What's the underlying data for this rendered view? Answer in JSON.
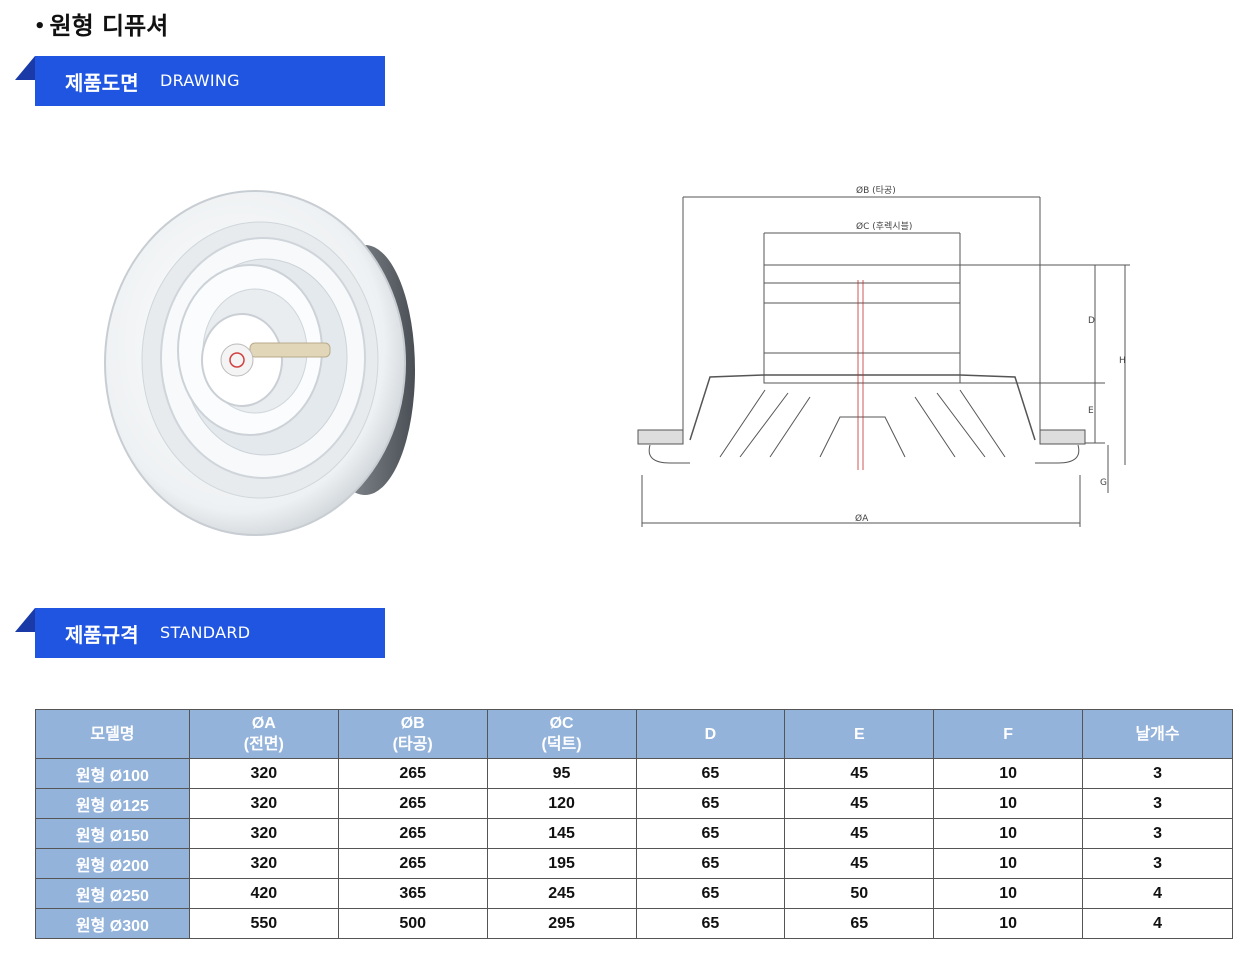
{
  "page": {
    "bullet": "•",
    "title": "원형 디퓨셔"
  },
  "sections": {
    "drawing": {
      "ko": "제품도면",
      "en": "DRAWING"
    },
    "standard": {
      "ko": "제품규격",
      "en": "STANDARD"
    }
  },
  "drawing_labels": {
    "b": "ØB (타공)",
    "c": "ØC (후렉시블)",
    "a": "ØA",
    "d": "D",
    "e": "E",
    "h": "H",
    "g": "G"
  },
  "table": {
    "headers": [
      {
        "line1": "모델명",
        "line2": ""
      },
      {
        "line1": "ØA",
        "line2": "(전면)"
      },
      {
        "line1": "ØB",
        "line2": "(타공)"
      },
      {
        "line1": "ØC",
        "line2": "(덕트)"
      },
      {
        "line1": "D",
        "line2": ""
      },
      {
        "line1": "E",
        "line2": ""
      },
      {
        "line1": "F",
        "line2": ""
      },
      {
        "line1": "날개수",
        "line2": ""
      }
    ],
    "rows": [
      [
        "원형 Ø100",
        "320",
        "265",
        "95",
        "65",
        "45",
        "10",
        "3"
      ],
      [
        "원형 Ø125",
        "320",
        "265",
        "120",
        "65",
        "45",
        "10",
        "3"
      ],
      [
        "원형 Ø150",
        "320",
        "265",
        "145",
        "65",
        "45",
        "10",
        "3"
      ],
      [
        "원형 Ø200",
        "320",
        "265",
        "195",
        "65",
        "45",
        "10",
        "3"
      ],
      [
        "원형 Ø250",
        "420",
        "365",
        "245",
        "65",
        "50",
        "10",
        "4"
      ],
      [
        "원형 Ø300",
        "550",
        "500",
        "295",
        "65",
        "65",
        "10",
        "4"
      ]
    ]
  }
}
